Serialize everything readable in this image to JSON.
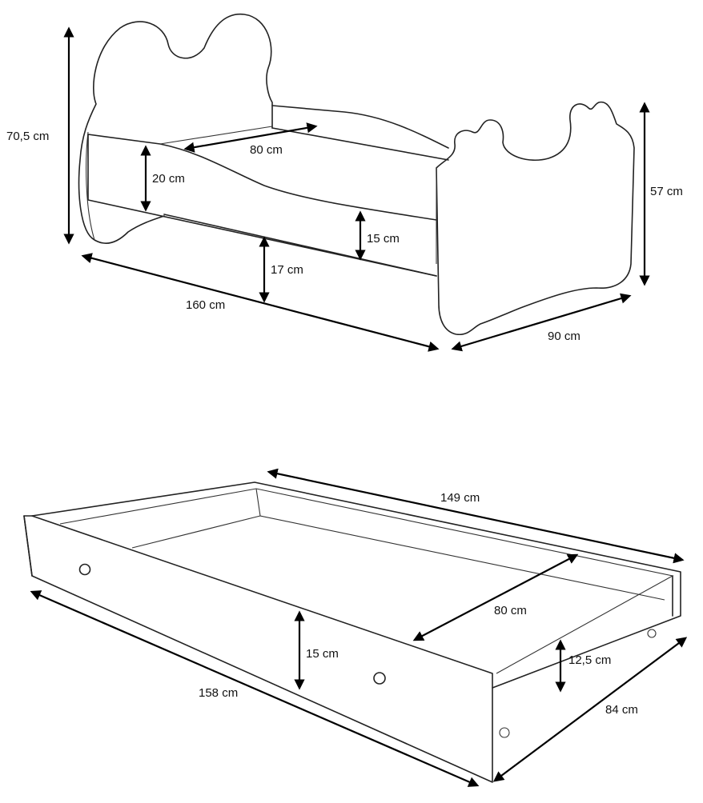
{
  "bed": {
    "height_total": "70,5 cm",
    "height_side": "57 cm",
    "length": "160 cm",
    "width": "90 cm",
    "mattress_width": "80 cm",
    "guard_height": "20 cm",
    "frame_height": "15 cm",
    "clearance": "17 cm"
  },
  "drawer": {
    "length_inner": "149 cm",
    "width_inner": "80 cm",
    "height_front": "15 cm",
    "height_side": "12,5  cm",
    "length_outer": "158 cm",
    "width_outer": "84 cm"
  }
}
